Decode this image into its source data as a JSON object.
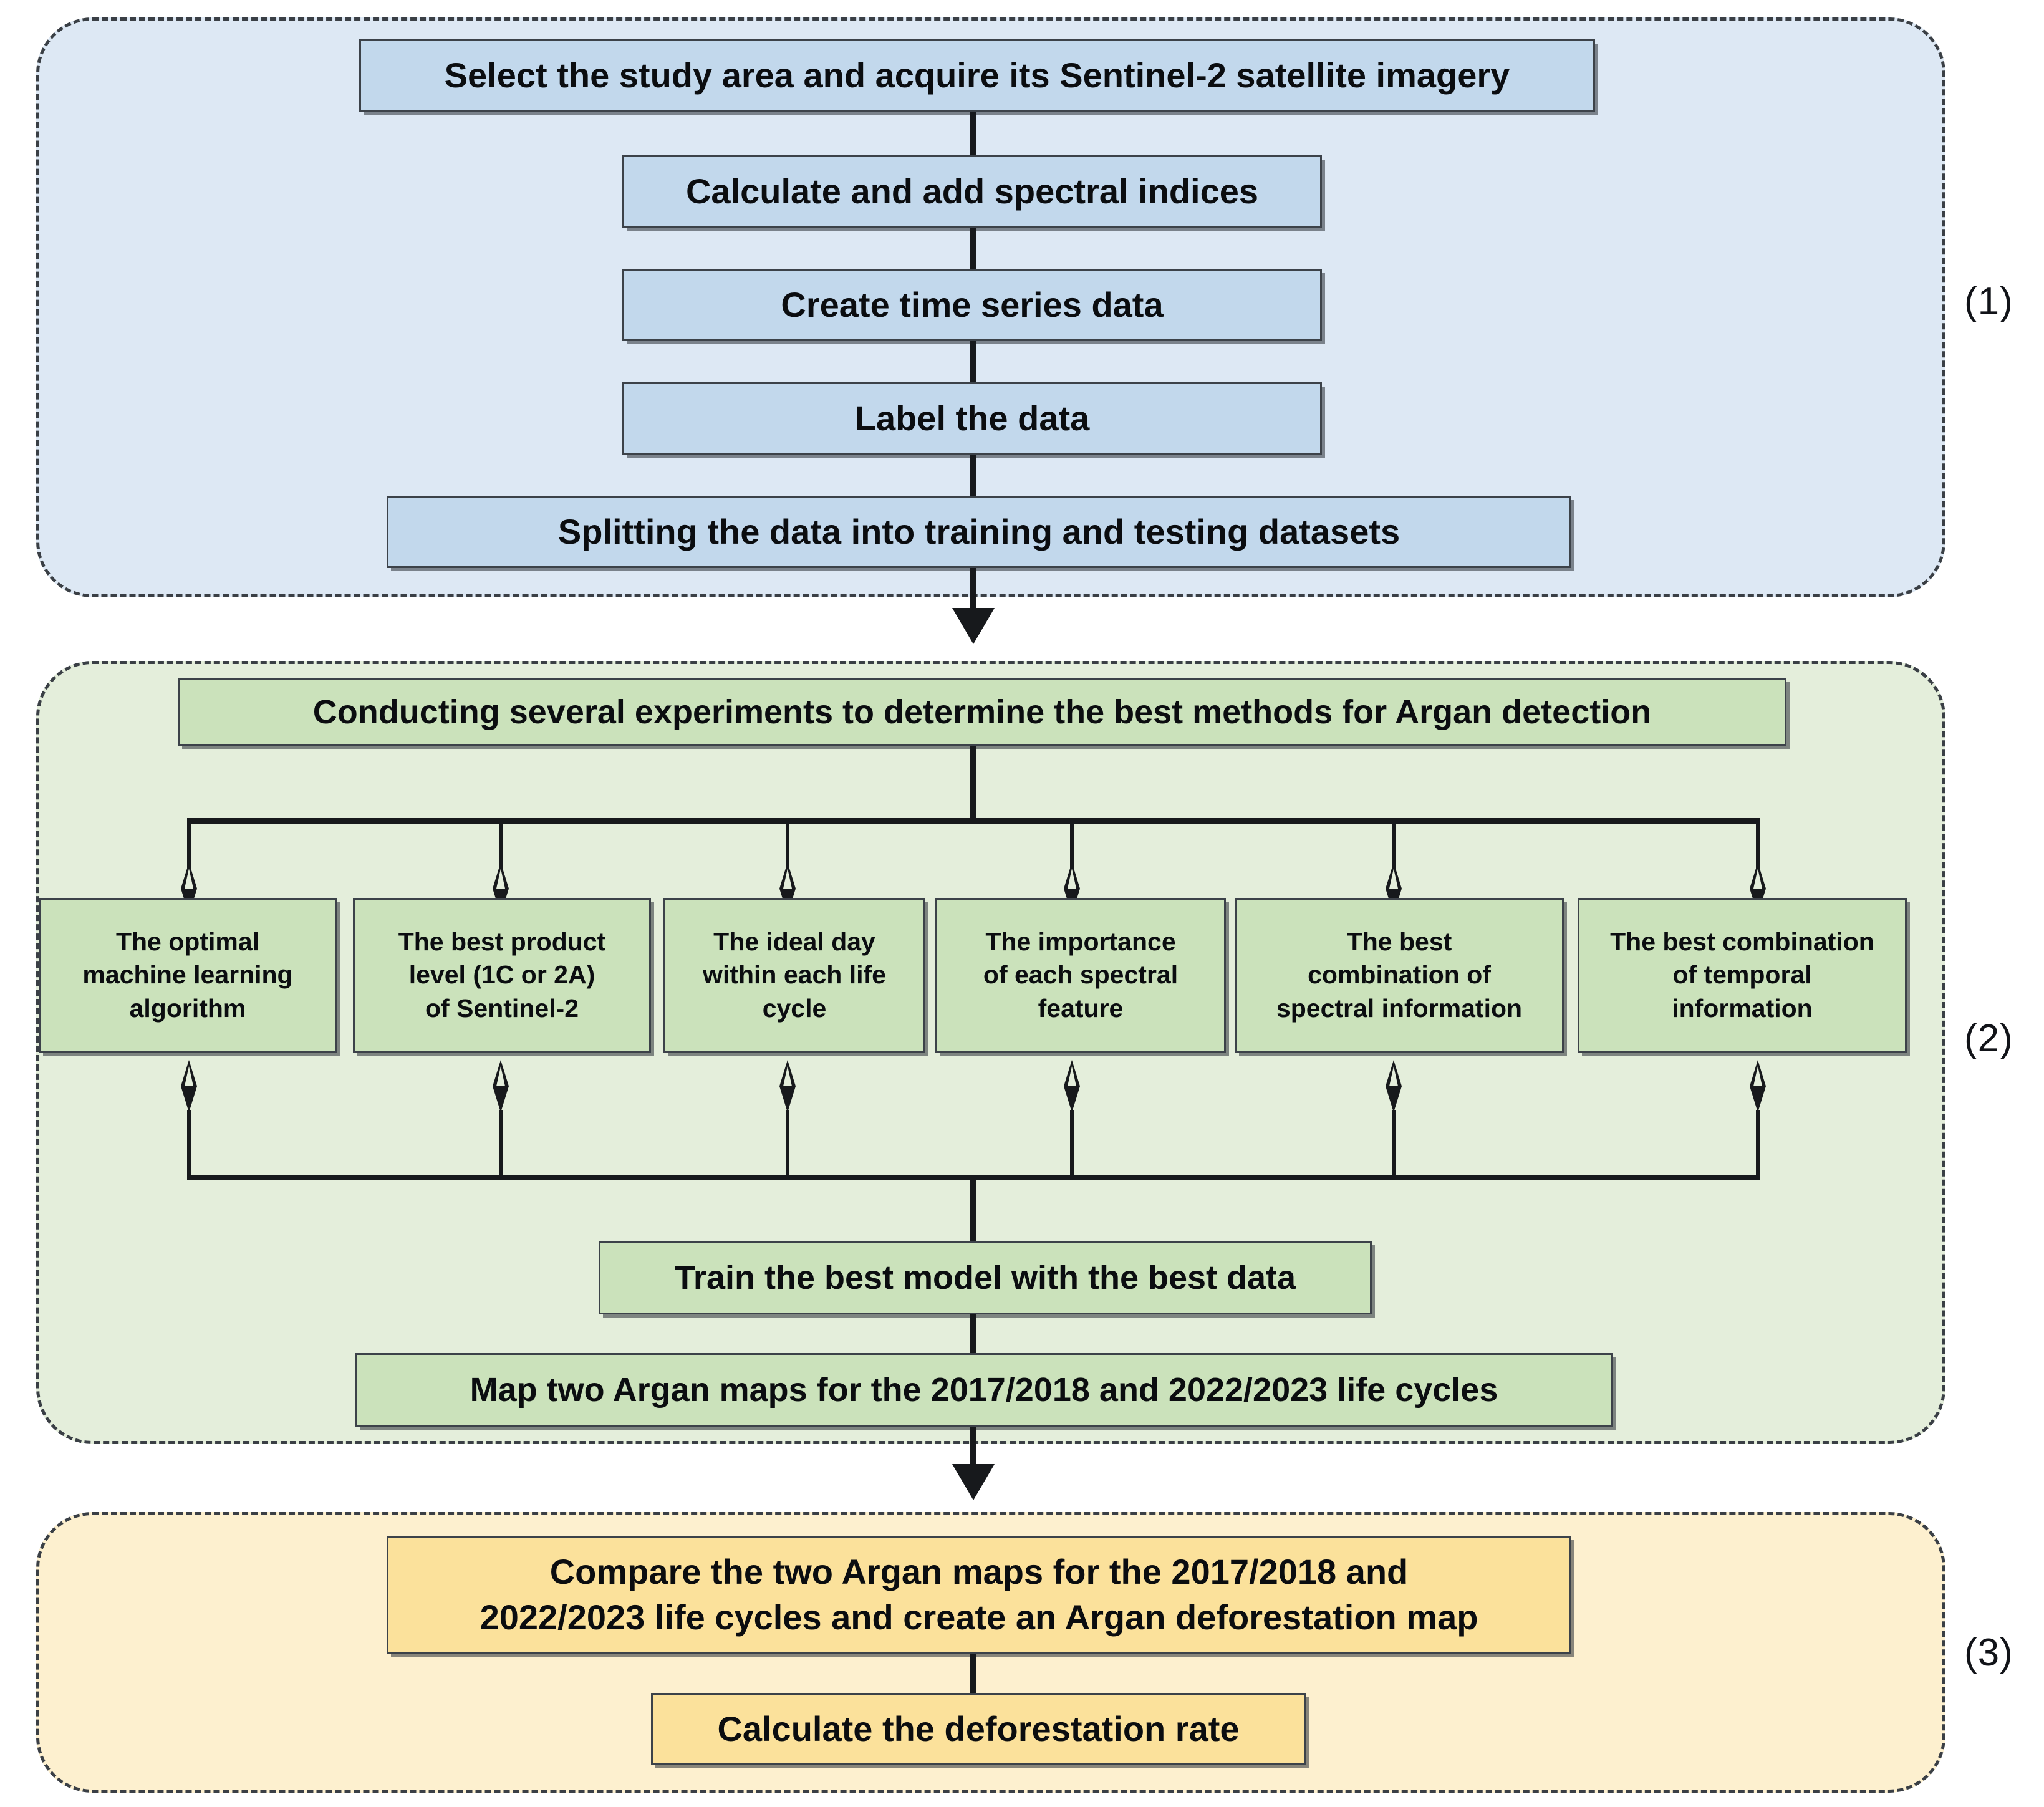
{
  "figure": {
    "type": "flowchart",
    "orientation": "top-to-bottom",
    "sections": [
      {
        "index": "(1)",
        "color": "#dde8f4",
        "box_color": "#c2d8ec",
        "name": "data-preparation"
      },
      {
        "index": "(2)",
        "color": "#e4eedb",
        "box_color": "#cbe2bb",
        "name": "experiments-and-modeling"
      },
      {
        "index": "(3)",
        "color": "#fdf0cf",
        "box_color": "#fbe19b",
        "name": "change-detection"
      }
    ]
  },
  "section1": {
    "index_label": "(1)",
    "steps": [
      {
        "id": "s1-1",
        "label": "Select the study area and acquire its Sentinel-2 satellite imagery"
      },
      {
        "id": "s1-2",
        "label": "Calculate and add spectral indices"
      },
      {
        "id": "s1-3",
        "label": "Create time series data"
      },
      {
        "id": "s1-4",
        "label": "Label the data"
      },
      {
        "id": "s1-5",
        "label": "Splitting the data into training and testing datasets"
      }
    ]
  },
  "section2": {
    "index_label": "(2)",
    "header": "Conducting several experiments to determine the best methods for Argan detection",
    "experiments": [
      {
        "id": "e1",
        "lines": [
          "The optimal",
          "machine learning",
          "algorithm"
        ]
      },
      {
        "id": "e2",
        "lines": [
          "The best product",
          "level (1C or 2A)",
          "of Sentinel-2"
        ]
      },
      {
        "id": "e3",
        "lines": [
          "The ideal day",
          "within each life",
          "cycle"
        ]
      },
      {
        "id": "e4",
        "lines": [
          "The importance",
          "of each spectral",
          "feature"
        ]
      },
      {
        "id": "e5",
        "lines": [
          "The best",
          "combination of",
          "spectral information"
        ]
      },
      {
        "id": "e6",
        "lines": [
          "The best combination",
          "of temporal",
          "information"
        ]
      }
    ],
    "train_step": "Train the best model with the best data",
    "map_step": "Map two Argan maps for the 2017/2018 and 2022/2023 life cycles"
  },
  "section3": {
    "index_label": "(3)",
    "compare_step_lines": [
      "Compare the two Argan maps for the 2017/2018 and",
      "2022/2023 life cycles and create an Argan deforestation map"
    ],
    "rate_step": "Calculate the deforestation rate"
  }
}
